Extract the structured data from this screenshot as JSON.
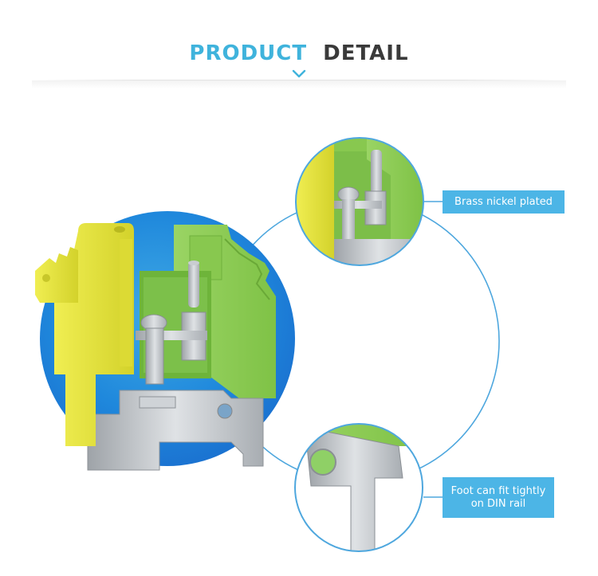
{
  "header": {
    "title_word1": "PRODUCT",
    "title_word2": "DETAIL",
    "chevron_icon": "chevron-down-icon"
  },
  "callouts": [
    {
      "label": "Brass nickel plated"
    },
    {
      "label_line1": "Foot can fit tightly",
      "label_line2": "on DIN rail"
    }
  ],
  "colors": {
    "accent_blue": "#3fb3dc",
    "label_blue": "#4cb5e6",
    "title_dark": "#3a3a3a",
    "terminal_yellow": "#e2e23a",
    "terminal_green": "#8ecb55",
    "metal_gray": "#b8bcc0"
  }
}
